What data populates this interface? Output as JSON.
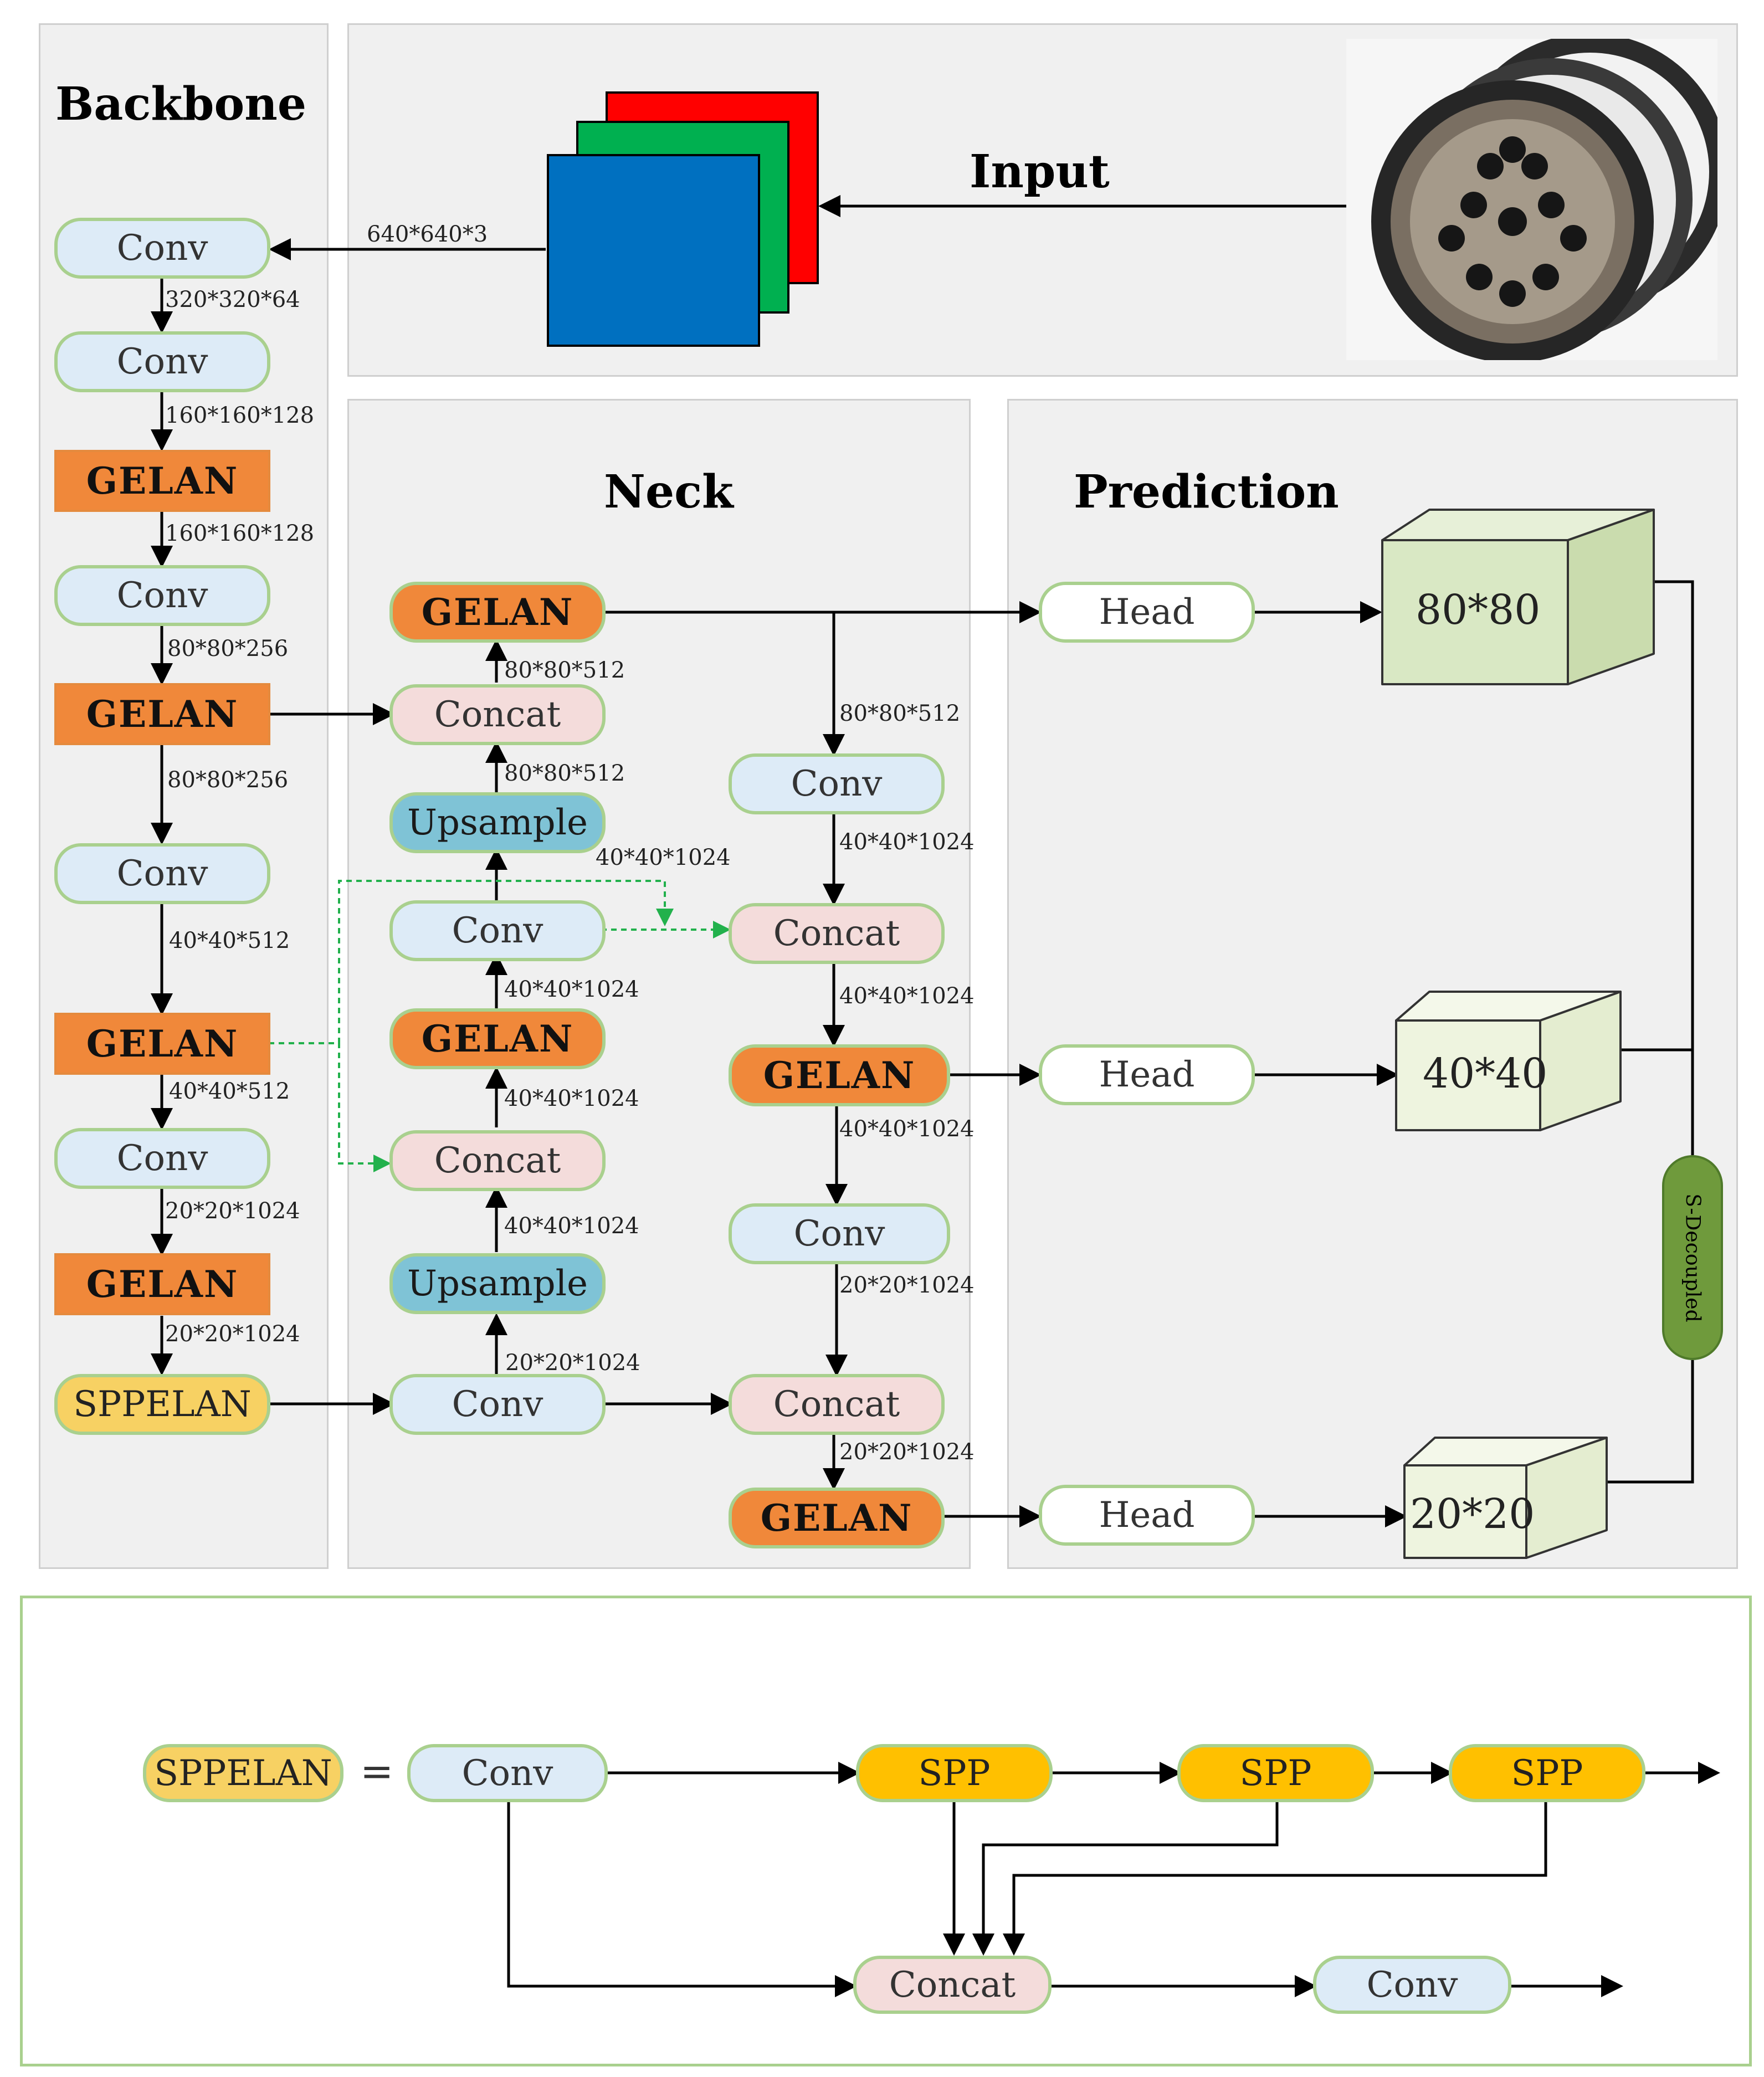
{
  "panels": {
    "backbone_title": "Backbone",
    "input_title": "Input",
    "neck_title": "Neck",
    "prediction_title": "Prediction"
  },
  "backbone": {
    "conv1": "Conv",
    "conv2": "Conv",
    "gelan1": "GELAN",
    "conv3": "Conv",
    "gelan2": "GELAN",
    "conv4": "Conv",
    "gelan3": "GELAN",
    "conv5": "Conv",
    "gelan4": "GELAN",
    "sppelan": "SPPELAN"
  },
  "neck": {
    "gelan_top": "GELAN",
    "concat1": "Concat",
    "upsample1": "Upsample",
    "conv1": "Conv",
    "gelan_mid": "GELAN",
    "concat2": "Concat",
    "upsample2": "Upsample",
    "conv2": "Conv",
    "conv_r1": "Conv",
    "concat_r1": "Concat",
    "gelan_r1": "GELAN",
    "conv_r2": "Conv",
    "concat_r2": "Concat",
    "gelan_r2": "GELAN"
  },
  "dims": {
    "input": "640*640*3",
    "d1": "320*320*64",
    "d2": "160*160*128",
    "d3": "160*160*128",
    "d4": "80*80*256",
    "d5": "80*80*256",
    "d6": "40*40*512",
    "d7": "40*40*512",
    "d8": "20*20*1024",
    "d9": "20*20*1024",
    "n1": "80*80*512",
    "n2": "80*80*512",
    "n3": "40*40*1024",
    "n4": "40*40*1024",
    "n5": "40*40*1024",
    "n6": "40*40*1024",
    "n7": "20*20*1024",
    "r1": "80*80*512",
    "r2": "40*40*1024",
    "r3": "40*40*1024",
    "r4": "40*40*1024",
    "r5": "20*20*1024",
    "r6": "20*20*1024"
  },
  "prediction": {
    "head1": "Head",
    "head2": "Head",
    "head3": "Head",
    "cube1": "80*80",
    "cube2": "40*40",
    "cube3": "20*20",
    "s_decoupled": "S-Decoupled"
  },
  "sppelan_detail": {
    "sppelan": "SPPELAN",
    "equals": "=",
    "conv_in": "Conv",
    "spp1": "SPP",
    "spp2": "SPP",
    "spp3": "SPP",
    "concat": "Concat",
    "conv_out": "Conv"
  },
  "colors": {
    "conv": "#ddebf7",
    "concat": "#f4dcdb",
    "upsample": "#7fc3d6",
    "gelan": "#f0883a",
    "sppelan": "#f7d163",
    "spp": "#ffc000",
    "cube80": "#d9e8c4",
    "cube_small": "#eef4df",
    "s_decoupled": "#6f9a3c",
    "border_green": "#a9d08e",
    "dashed_green": "#22b14c"
  }
}
